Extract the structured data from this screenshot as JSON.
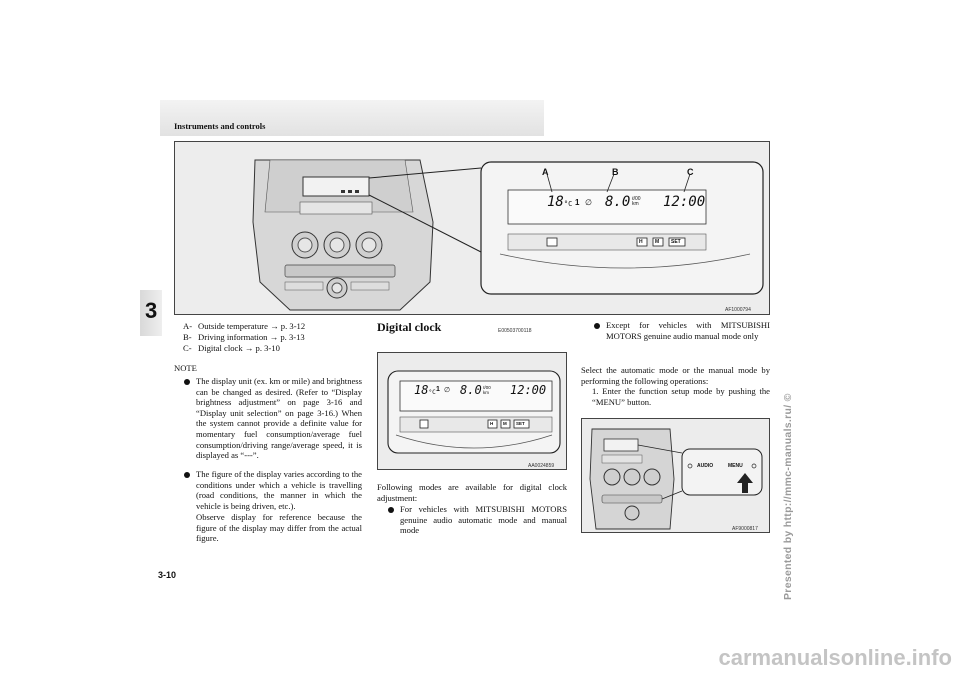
{
  "header": {
    "title": "Instruments and controls"
  },
  "chapter_tab": {
    "number": "3"
  },
  "main_figure": {
    "labels": [
      "A",
      "B",
      "C"
    ],
    "code": "AF1000794",
    "display": {
      "temp": "18",
      "temp_unit": "°C",
      "dist_value": "1",
      "dist_symbol": "∅",
      "fuel": "8.0",
      "unit_top": "ℓ/00",
      "unit_bottom": "km",
      "time": "12:00",
      "buttons": [
        "H",
        "M",
        "SET"
      ]
    }
  },
  "legend": [
    {
      "key": "A-",
      "text": "Outside temperature → p. 3-12"
    },
    {
      "key": "B-",
      "text": "Driving information → p. 3-13"
    },
    {
      "key": "C-",
      "text": "Digital clock → p. 3-10"
    }
  ],
  "note": {
    "title": "NOTE",
    "bullets": [
      "The display unit (ex. km or mile) and brightness can be changed as desired. (Refer to “Display brightness adjustment” on page 3-16 and “Display unit selection” on page 3-16.) When the system cannot provide a definite value for momentary fuel consumption/average fuel consumption/driving range/average speed, it is displayed as “---”.",
      "The figure of the display varies according to the conditions under which a vehicle is travelling (road conditions, the manner in which the vehicle is being driven, etc.).",
      "Observe display for reference because the figure of the display may differ from the actual figure."
    ]
  },
  "section": {
    "title": "Digital clock",
    "code": "E00503700118",
    "figure_code": "AA0024859",
    "intro": "Following modes are available for digital clock adjustment:",
    "bullets": [
      "For vehicles with MITSUBISHI MOTORS genuine audio automatic mode and manual mode",
      "Except for vehicles with MITSUBISHI MOTORS genuine audio manual mode only"
    ],
    "instructions": "Select the automatic mode or the manual mode by performing the following operations:",
    "step1": "1. Enter the function setup mode by pushing the “MENU” button."
  },
  "menu_figure": {
    "code": "AF9000817",
    "audio": "AUDIO",
    "menu": "MENU"
  },
  "footer": {
    "page_number": "3-10",
    "side_text": "Presented by http://mmc-manuals.ru/ ©",
    "watermark": "carmanualsonline.info"
  }
}
